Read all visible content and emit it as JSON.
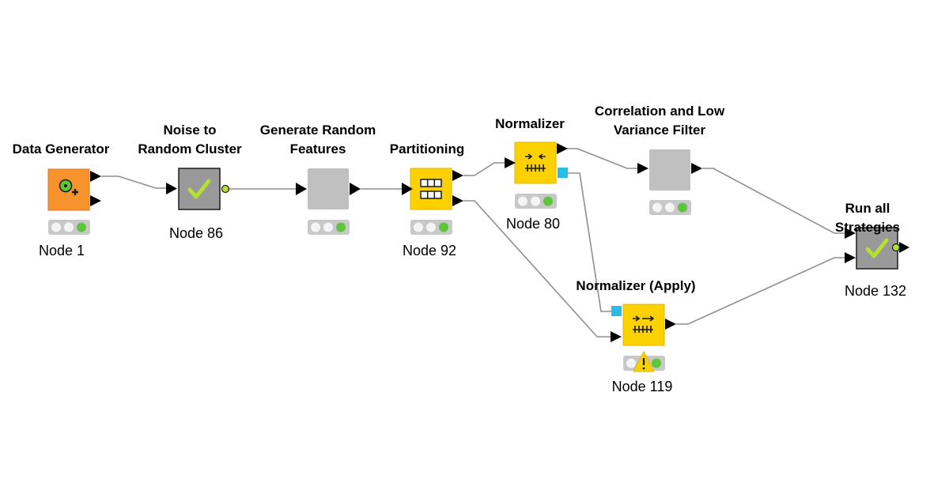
{
  "colors": {
    "orange": "#f7932d",
    "yellow": "#fdd000",
    "gray": "#c0c0c0",
    "dark_gray": "#999999",
    "port": "#000000",
    "model_port": "#29bde6",
    "green": "#5fc53c",
    "light": "#f4f4f4",
    "edge": "#8e8e8e",
    "check": "#b5e02f"
  },
  "nodes": [
    {
      "id": "n1",
      "title": "Data Generator",
      "label": "Node 1",
      "kind": "orange",
      "icon": "data-generator-icon",
      "status": "executed"
    },
    {
      "id": "n86",
      "title": "Noise to\nRandom Cluster",
      "label": "Node 86",
      "kind": "meta",
      "icon": "checkmark-icon",
      "status": "none"
    },
    {
      "id": "n_grf",
      "title": "Generate Random\nFeatures",
      "label": "",
      "kind": "gray",
      "icon": "",
      "status": "executed"
    },
    {
      "id": "n92",
      "title": "Partitioning",
      "label": "Node 92",
      "kind": "yellow",
      "icon": "partition-table-icon",
      "status": "executed"
    },
    {
      "id": "n80",
      "title": "Normalizer",
      "label": "Node 80",
      "kind": "yellow",
      "icon": "normalizer-icon",
      "status": "executed"
    },
    {
      "id": "n_clv",
      "title": "Correlation and Low\nVariance Filter",
      "label": "",
      "kind": "gray",
      "icon": "",
      "status": "executed"
    },
    {
      "id": "n119",
      "title": "Normalizer (Apply)",
      "label": "Node 119",
      "kind": "yellow",
      "icon": "normalizer-apply-icon",
      "status": "warning"
    },
    {
      "id": "n132",
      "title": "Run all Strategies",
      "label": "Node 132",
      "kind": "meta",
      "icon": "checkmark-icon",
      "status": "none"
    }
  ]
}
